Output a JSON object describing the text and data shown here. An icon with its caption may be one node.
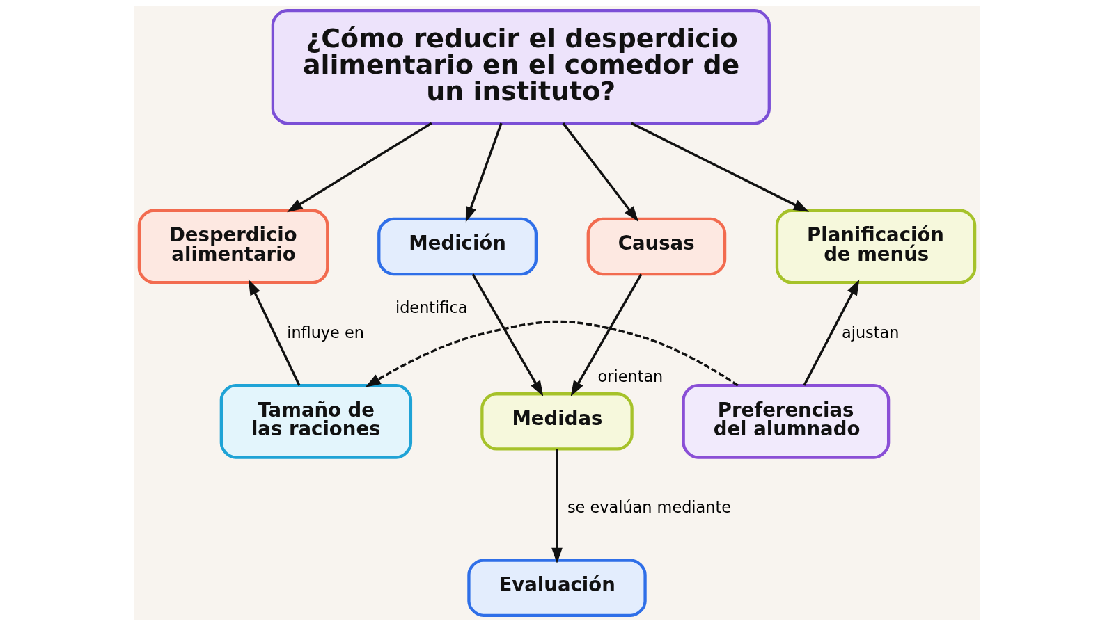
{
  "diagram": {
    "nodes": [
      {
        "text": [
          "¿Cómo reducir el desperdicio alimentario en el comedor de un instituto?"
        ]
      },
      {
        "text": [
          "Desperdicio alimentario"
        ]
      },
      {
        "text": [
          "Medición"
        ]
      },
      {
        "text": [
          "Causas"
        ]
      },
      {
        "text": [
          "Planificación de menús"
        ]
      },
      {
        "text": [
          "Tamaño de las raciones"
        ]
      },
      {
        "text": [
          "Medidas"
        ]
      },
      {
        "text": [
          "Preferencias del alumnado"
        ]
      },
      {
        "text": [
          "Evaluación"
        ]
      }
    ],
    "edges": [
      {
        "from": 0,
        "to": 1,
        "arrow": "to"
      },
      {
        "from": 0,
        "to": 2,
        "arrow": "to"
      },
      {
        "from": 0,
        "to": 3,
        "arrow": "to"
      },
      {
        "from": 0,
        "to": 4,
        "arrow": "to"
      },
      {
        "from": 5,
        "to": 1,
        "arrow": "to",
        "label": "influye en"
      },
      {
        "from": 2,
        "to": 6,
        "arrow": "to",
        "label": "identifica"
      },
      {
        "from": 3,
        "to": 6,
        "arrow": "to",
        "label": "orientan"
      },
      {
        "from": 7,
        "to": 4,
        "arrow": "to",
        "label": "ajustan"
      },
      {
        "from": 6,
        "to": 8,
        "arrow": "to",
        "label": "se evalúan mediante"
      },
      {
        "from": 7,
        "to": 5,
        "arrow": "to",
        "style": "dashed"
      }
    ]
  }
}
